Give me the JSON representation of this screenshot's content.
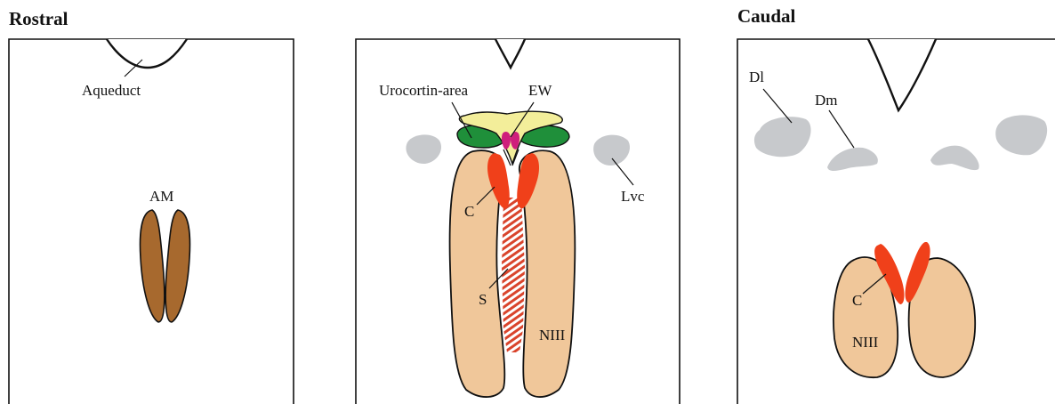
{
  "headings": {
    "rostral": "Rostral",
    "caudal": "Caudal"
  },
  "panel1": {
    "aqueduct": "Aqueduct",
    "am": "AM"
  },
  "panel2": {
    "urocortin": "Urocortin-area",
    "ew": "EW",
    "lvc": "Lvc",
    "c": "C",
    "s": "S",
    "niii": "NIII"
  },
  "panel3": {
    "dl": "Dl",
    "dm": "Dm",
    "c": "C",
    "niii": "NIII"
  },
  "colors": {
    "outline": "#111111",
    "am_brown": "#a7692e",
    "niii_tan": "#f0c79a",
    "c_red": "#f0401a",
    "s_hatch": "#d9442c",
    "urocortin_green": "#1f8f3a",
    "ew_yellow": "#f3ee9a",
    "ew_magenta": "#cf1f7c",
    "gray_nuclei": "#c7c9cc"
  }
}
